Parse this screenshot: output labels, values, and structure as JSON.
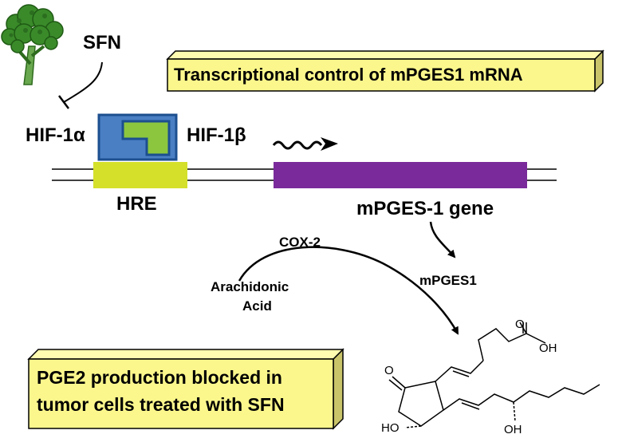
{
  "labels": {
    "sfn": "SFN",
    "hif1a": "HIF-1α",
    "hif1b": "HIF-1β",
    "hre": "HRE",
    "gene": "mPGES-1 gene",
    "cox2": "COX-2",
    "arachidonic_line1": "Arachidonic",
    "arachidonic_line2": "Acid",
    "enzyme": "mPGES1"
  },
  "boxes": {
    "transcriptional": "Transcriptional control of mPGES1 mRNA",
    "blocked_line1": "PGE2 production blocked in",
    "blocked_line2": "tumor cells treated with SFN"
  },
  "molecule": {
    "atom_o_ketone": "O",
    "atom_o_acid": "O",
    "atom_oh_acid": "OH",
    "atom_ho_ring": "HO",
    "atom_oh_chain": "OH"
  },
  "colors": {
    "box_fill": "#fbf78c",
    "hre": "#d4e02a",
    "gene": "#7a2a9a",
    "hif1a": "#4a7fc4",
    "hif1b": "#8cc63f",
    "broccoli": "#3a8a2a"
  },
  "icons": {
    "broccoli": "broccoli-icon",
    "inhibition": "inhibition-arrow-icon",
    "transcription": "transcription-squiggle-arrow-icon"
  }
}
